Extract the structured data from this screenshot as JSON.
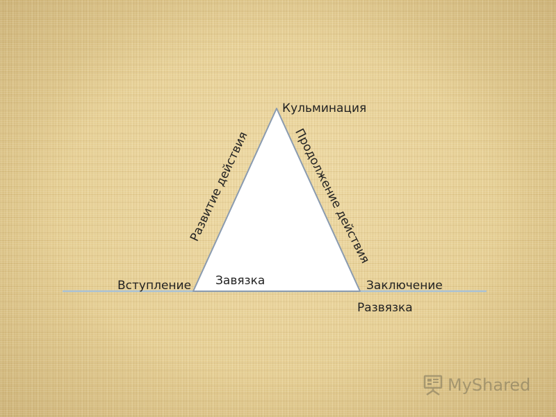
{
  "diagram": {
    "vertex_top": "Кульминация",
    "vertex_left": "Вступление",
    "vertex_right": "Заключение",
    "base_label": "Завязка",
    "right_below_label": "Развязка",
    "side_left_label": "Развитие действия",
    "side_right_label": "Продолжение действия"
  },
  "watermark": {
    "text": "MyShared",
    "icon": "presentation-board-icon"
  },
  "colors": {
    "background": "#e6cf94",
    "triangle_fill": "#ffffff",
    "triangle_stroke": "#8a9bb0",
    "baseline": "#a9c2d6",
    "text": "#222222"
  }
}
